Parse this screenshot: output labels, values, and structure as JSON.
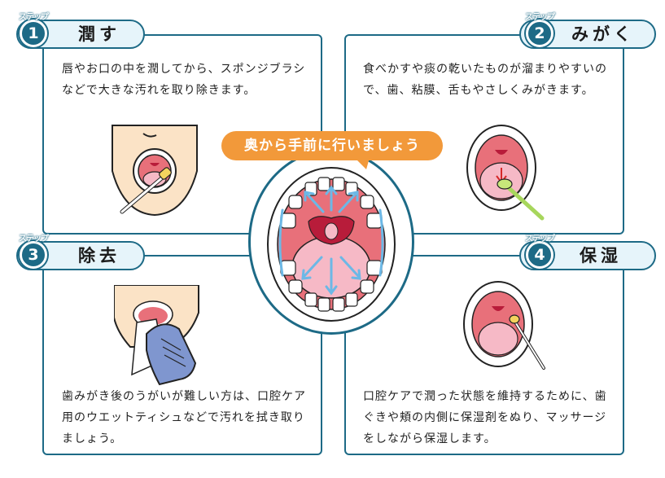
{
  "center": {
    "bubble_text": "奥から手前に行いましょう"
  },
  "steps": [
    {
      "badge_word": "ステップ",
      "number": "1",
      "title": "潤す",
      "text": "唇やお口の中を潤してから、スポンジブラシなどで大きな汚れを取り除きます。"
    },
    {
      "badge_word": "ステップ",
      "number": "2",
      "title": "みがく",
      "text": "食べかすや痰の乾いたものが溜まりやすいので、歯、粘膜、舌もやさしくみがきます。"
    },
    {
      "badge_word": "ステップ",
      "number": "3",
      "title": "除去",
      "text": "歯みがき後のうがいが難しい方は、口腔ケア用のウエットティシュなどで汚れを拭き取りましょう。"
    },
    {
      "badge_word": "ステップ",
      "number": "4",
      "title": "保湿",
      "text": "口腔ケアで潤った状態を維持するために、歯ぐきや頬の内側に保湿剤をぬり、マッサージをしながら保湿します。"
    }
  ],
  "colors": {
    "frame": "#1d6a86",
    "header_fill": "#e6f4fa",
    "bubble": "#f2993a",
    "arrow": "#6cb8e6",
    "gum": "#e8707a",
    "tongue": "#f6b9c6",
    "skin": "#fbe3c6",
    "glove": "#7f96cf"
  }
}
